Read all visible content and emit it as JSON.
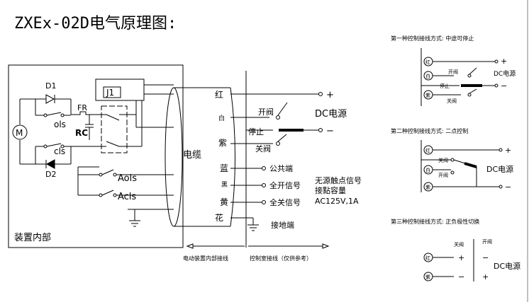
{
  "title": "ZXEx-02D电气原理图:",
  "left_diagram": {
    "device_labels": {
      "d1": "D1",
      "d2": "D2",
      "fr": "FR",
      "rc": "RC",
      "j1": "J1",
      "ols": "ols",
      "cls": "cls",
      "aols": "Aols",
      "acls": "Acls",
      "motor": "M",
      "device_interior": "装置内部",
      "cable": "电缆"
    },
    "wire_colors": [
      "红",
      "白",
      "紫",
      "蓝",
      "黑",
      "黄",
      "花"
    ],
    "terminals": {
      "open_valve": "开阀",
      "stop": "停止",
      "close_valve": "关阀",
      "common": "公共端",
      "full_open_signal": "全开信号",
      "full_close_signal": "全关信号",
      "ground": "接地端"
    },
    "power": {
      "label": "DC电源",
      "plus": "+",
      "minus": "−"
    },
    "contact_note": [
      "无源触点信号",
      "接點容量",
      "AC125V,1A"
    ],
    "bottom_labels": {
      "internal": "电动装置内部接线",
      "control_room": "控制室接线（仅供参考）"
    }
  },
  "right_schemes": [
    {
      "title": "第一种控制接线方式:   中途可停止",
      "terminals": [
        "红",
        "白",
        "紫"
      ],
      "labels": {
        "open": "开阀",
        "stop": "停止",
        "close": "关阀",
        "power": "DC电源",
        "plus": "+",
        "minus": "−"
      }
    },
    {
      "title": "第二种控制接线方式:   二点控制",
      "terminals": [
        "红",
        "白",
        "紫"
      ],
      "labels": {
        "close": "关阀",
        "open": "开阀",
        "power": "DC电源",
        "plus": "+",
        "minus": "−"
      }
    },
    {
      "title": "第三种控制接线方式:   正负极性切换",
      "terminals": [
        "红",
        "紫"
      ],
      "labels": {
        "close": "关阀",
        "open": "开阀",
        "power": "DC电源",
        "red_plus": "+",
        "red_minus": "−",
        "purple_minus": "−",
        "purple_plus": "+"
      }
    }
  ]
}
